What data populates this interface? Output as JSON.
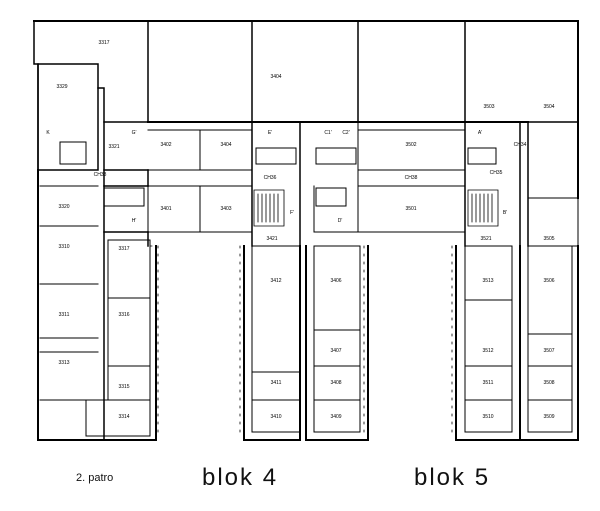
{
  "floor_label": "2. patro",
  "blocks": [
    "blok 4",
    "blok 5"
  ],
  "rooms": [
    {
      "id": "r-3317",
      "label": "3317"
    },
    {
      "id": "r-3329",
      "label": "3329"
    },
    {
      "id": "r-3404",
      "label": "3404"
    },
    {
      "id": "r-3503",
      "label": "3503"
    },
    {
      "id": "r-3504",
      "label": "3504"
    },
    {
      "id": "r-k",
      "label": "K"
    },
    {
      "id": "r-g",
      "label": "G'"
    },
    {
      "id": "r-e",
      "label": "E'"
    },
    {
      "id": "r-c1",
      "label": "C1'"
    },
    {
      "id": "r-c2",
      "label": "C2'"
    },
    {
      "id": "r-a",
      "label": "A'"
    },
    {
      "id": "r-3321",
      "label": "3321"
    },
    {
      "id": "r-3402",
      "label": "3402"
    },
    {
      "id": "r-3404b",
      "label": "3404"
    },
    {
      "id": "r-3502",
      "label": "3502"
    },
    {
      "id": "r-ch33",
      "label": "CH33"
    },
    {
      "id": "r-ch34",
      "label": "CH34"
    },
    {
      "id": "r-ch36",
      "label": "CH36"
    },
    {
      "id": "r-ch35",
      "label": "CH35"
    },
    {
      "id": "r-ch38",
      "label": "CH38"
    },
    {
      "id": "r-3320",
      "label": "3320"
    },
    {
      "id": "r-3401",
      "label": "3401"
    },
    {
      "id": "r-3403",
      "label": "3403"
    },
    {
      "id": "r-3501",
      "label": "3501"
    },
    {
      "id": "r-h",
      "label": "H'"
    },
    {
      "id": "r-f",
      "label": "F'"
    },
    {
      "id": "r-d",
      "label": "D'"
    },
    {
      "id": "r-b",
      "label": "B'"
    },
    {
      "id": "r-3505",
      "label": "3505"
    },
    {
      "id": "r-3421",
      "label": "3421"
    },
    {
      "id": "r-3521",
      "label": "3521"
    },
    {
      "id": "r-3310",
      "label": "3310"
    },
    {
      "id": "r-3317b",
      "label": "3317"
    },
    {
      "id": "r-3412",
      "label": "3412"
    },
    {
      "id": "r-3406",
      "label": "3406"
    },
    {
      "id": "r-3513",
      "label": "3513"
    },
    {
      "id": "r-3506",
      "label": "3506"
    },
    {
      "id": "r-3311",
      "label": "3311"
    },
    {
      "id": "r-3316",
      "label": "3316"
    },
    {
      "id": "r-3407",
      "label": "3407"
    },
    {
      "id": "r-3512",
      "label": "3512"
    },
    {
      "id": "r-3507",
      "label": "3507"
    },
    {
      "id": "r-3313",
      "label": "3313"
    },
    {
      "id": "r-3315",
      "label": "3315"
    },
    {
      "id": "r-3411",
      "label": "3411"
    },
    {
      "id": "r-3408",
      "label": "3408"
    },
    {
      "id": "r-3511",
      "label": "3511"
    },
    {
      "id": "r-3508",
      "label": "3508"
    },
    {
      "id": "r-3314",
      "label": "3314"
    },
    {
      "id": "r-3410",
      "label": "3410"
    },
    {
      "id": "r-3409",
      "label": "3409"
    },
    {
      "id": "r-3510",
      "label": "3510"
    },
    {
      "id": "r-3509",
      "label": "3509"
    }
  ]
}
